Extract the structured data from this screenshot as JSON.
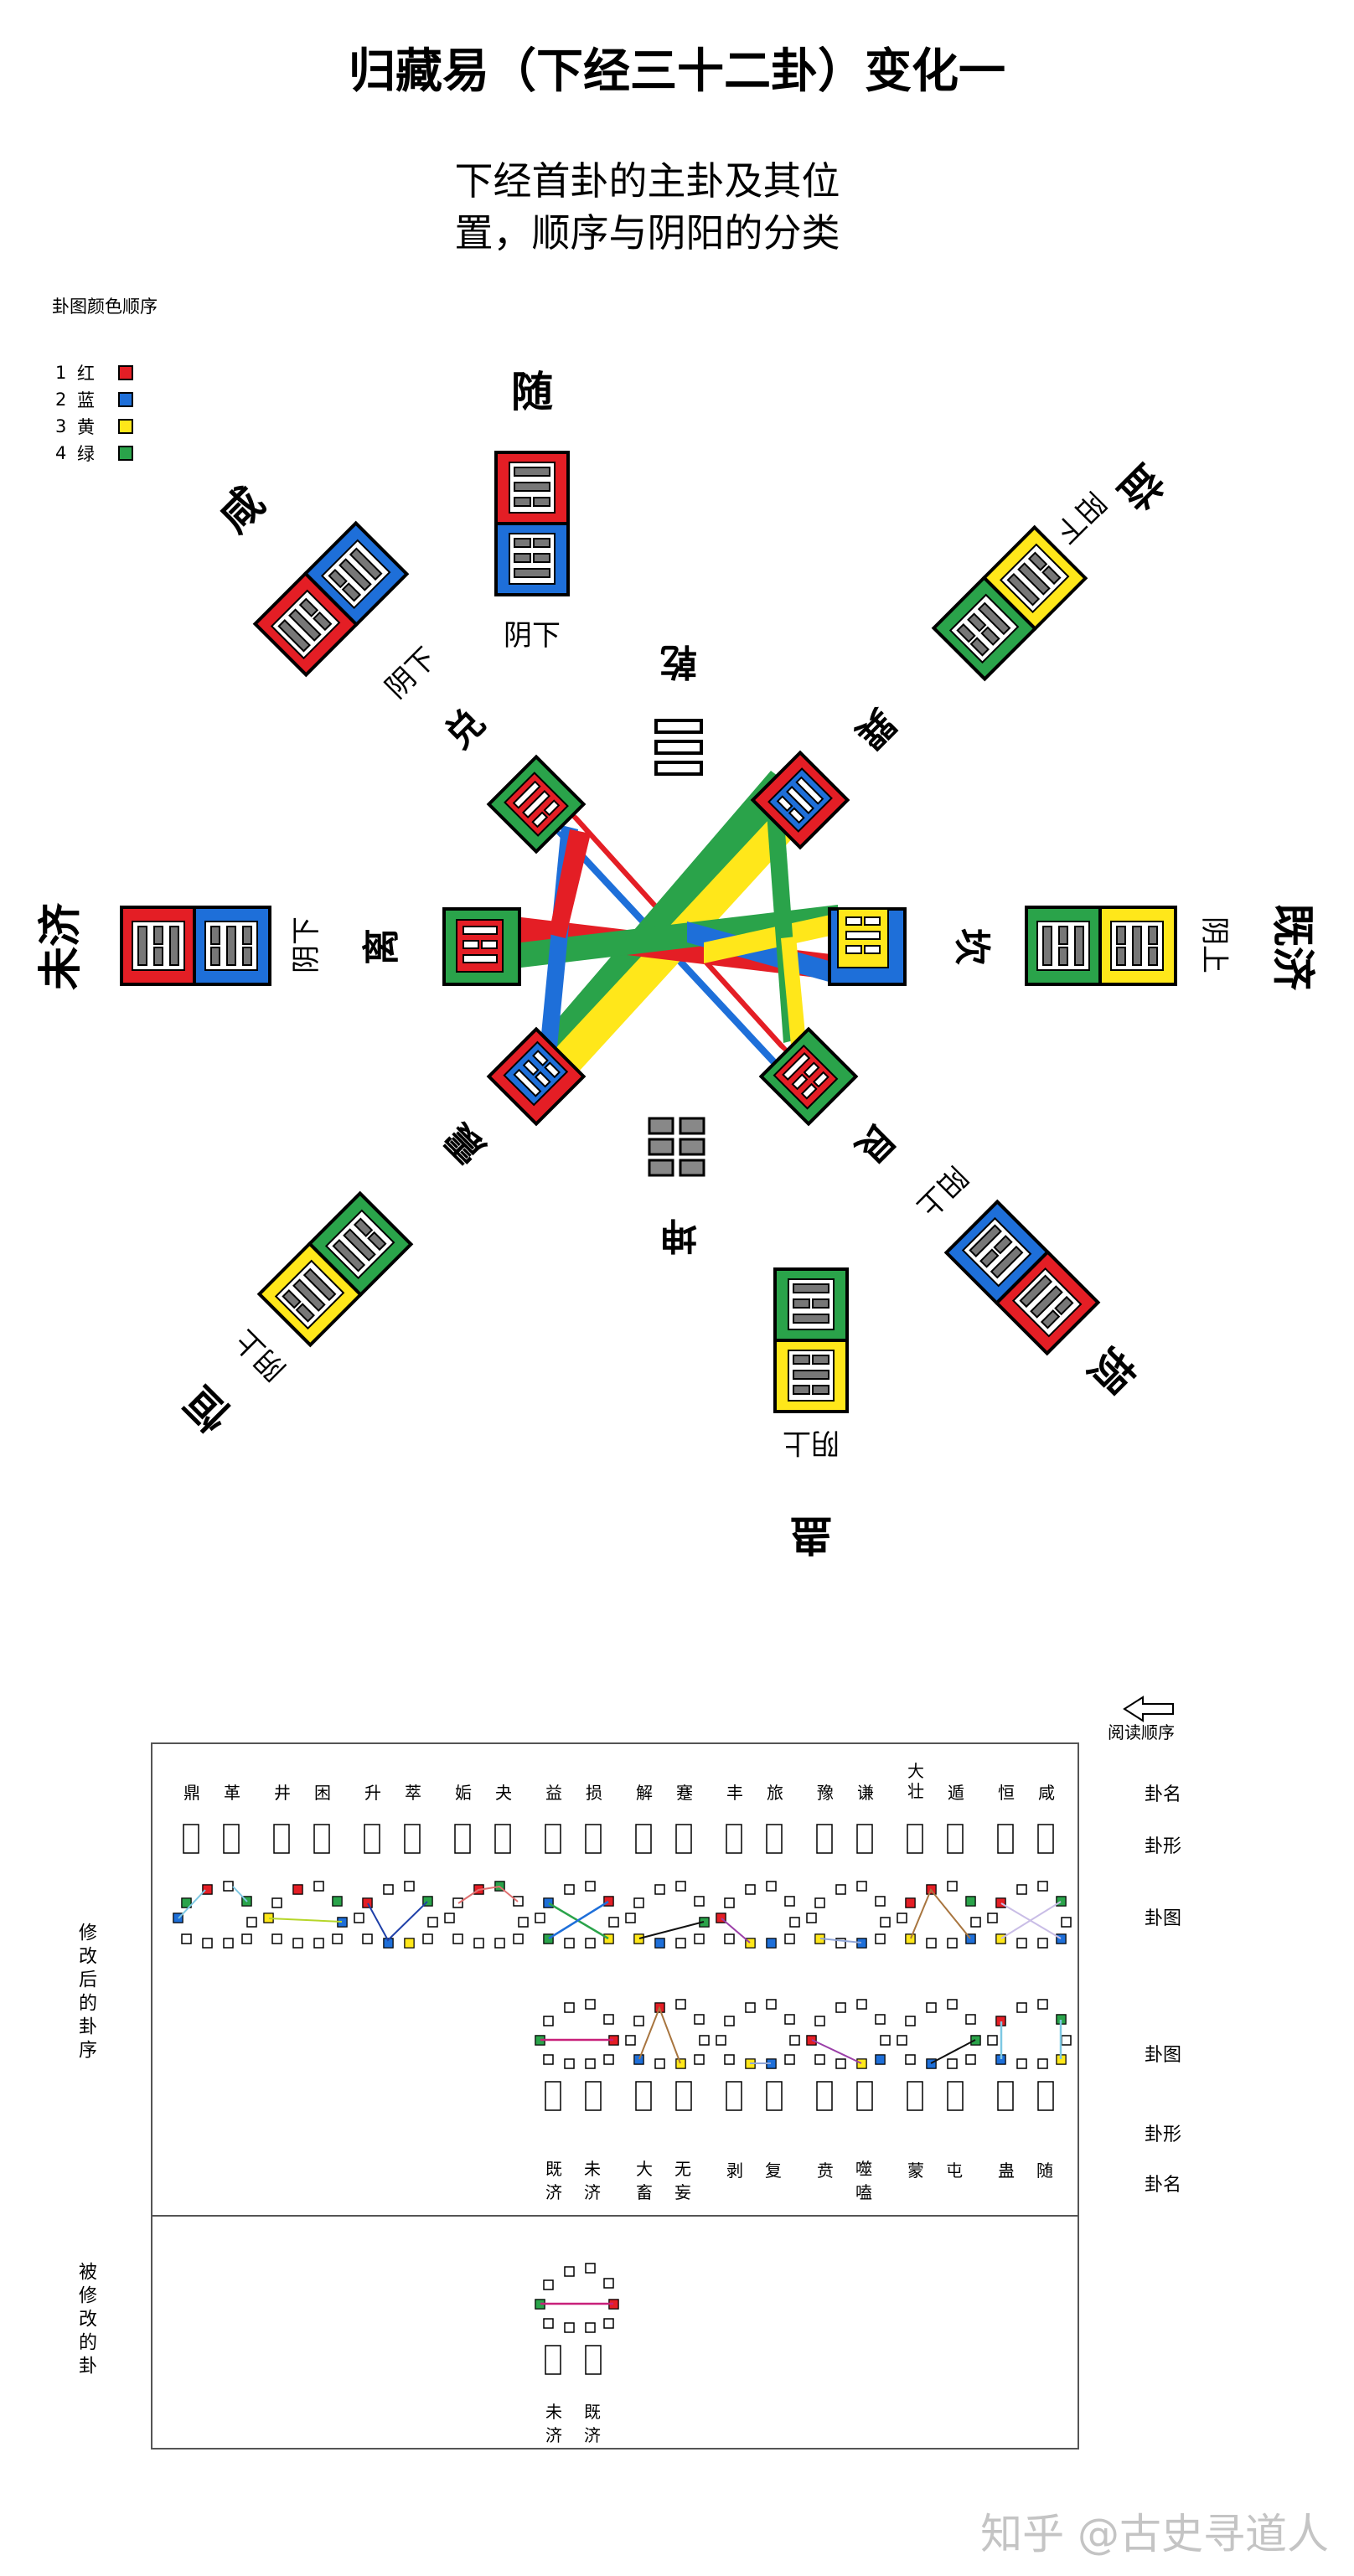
{
  "title": "归藏易（下经三十二卦）变化一",
  "subtitle_lines": [
    "下经首卦的主卦及其位",
    "置，顺序与阴阳的分类"
  ],
  "legend": {
    "title": "卦图颜色顺序",
    "items": [
      {
        "num": "1",
        "label": "红",
        "color": "#e41e25"
      },
      {
        "num": "2",
        "label": "蓝",
        "color": "#1e6fd9"
      },
      {
        "num": "3",
        "label": "黄",
        "color": "#ffe71a"
      },
      {
        "num": "4",
        "label": "绿",
        "color": "#2aa34a"
      }
    ]
  },
  "colors": {
    "red": "#e41e25",
    "blue": "#1e6fd9",
    "yellow": "#ffe71a",
    "green": "#2aa34a",
    "gray": "#7f7f7f"
  },
  "center": {
    "top": "乾",
    "bottom": "坤"
  },
  "inner_trigrams": {
    "dui": "兑",
    "xun": "巽",
    "li": "离",
    "kan": "坎",
    "zhen": "震",
    "gen": "艮"
  },
  "outer_hexagrams": {
    "sui": {
      "name": "随",
      "tag": "阴下"
    },
    "xian": {
      "name": "咸",
      "tag": "阴下"
    },
    "yi": {
      "name": "益",
      "tag": "阳下"
    },
    "weiji": {
      "name": "未济",
      "tag": "阴下"
    },
    "jiji": {
      "name": "既济",
      "tag": "阴上"
    },
    "heng": {
      "name": "恒",
      "tag": "阴上"
    },
    "sun": {
      "name": "损",
      "tag": "阳上"
    },
    "gu": {
      "name": "蛊",
      "tag": "阴上"
    }
  },
  "table": {
    "reading_order": "阅读顺序",
    "row_labels": {
      "name": "卦名",
      "shape": "卦形",
      "diagram": "卦图"
    },
    "modified_label": "修改后的卦序",
    "original_label": "被修改的卦",
    "top_pairs": [
      [
        "鼎",
        "革"
      ],
      [
        "井",
        "困"
      ],
      [
        "升",
        "萃"
      ],
      [
        "姤",
        "夬"
      ],
      [
        "益",
        "损"
      ],
      [
        "解",
        "蹇"
      ],
      [
        "丰",
        "旅"
      ],
      [
        "豫",
        "谦"
      ],
      [
        "大壮",
        "遁"
      ],
      [
        "恒",
        "咸"
      ]
    ],
    "bottom_pairs": [
      [
        "既济",
        "未济"
      ],
      [
        "大畜",
        "无妄"
      ],
      [
        "剥",
        "复"
      ],
      [
        "贲",
        "噬嗑"
      ],
      [
        "蒙",
        "屯"
      ],
      [
        "蛊",
        "随"
      ]
    ],
    "original_pair": [
      "未济",
      "既济"
    ]
  },
  "watermark": "知乎 @古史寻道人"
}
